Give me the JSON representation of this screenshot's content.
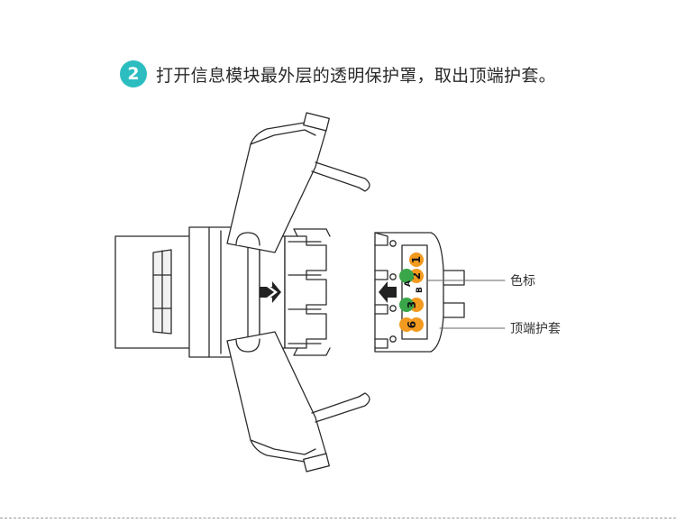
{
  "step": {
    "number": "2",
    "text": "打开信息模块最外层的透明保护罩，取出顶端护套。",
    "accent": "#2cbdc0"
  },
  "labels": {
    "color_code": "色标",
    "top_cap": "顶端护套"
  },
  "color_marks": {
    "pair_a": "A",
    "pair_b": "B",
    "dots": [
      {
        "num": "1",
        "color": "#f29a1f"
      },
      {
        "num": "2",
        "color": "#f29a1f"
      },
      {
        "num": "3",
        "color": "#3aa64a"
      },
      {
        "num": "6",
        "color": "#f29a1f"
      }
    ],
    "colors": {
      "orange": "#f29a1f",
      "green": "#3aa64a"
    }
  }
}
